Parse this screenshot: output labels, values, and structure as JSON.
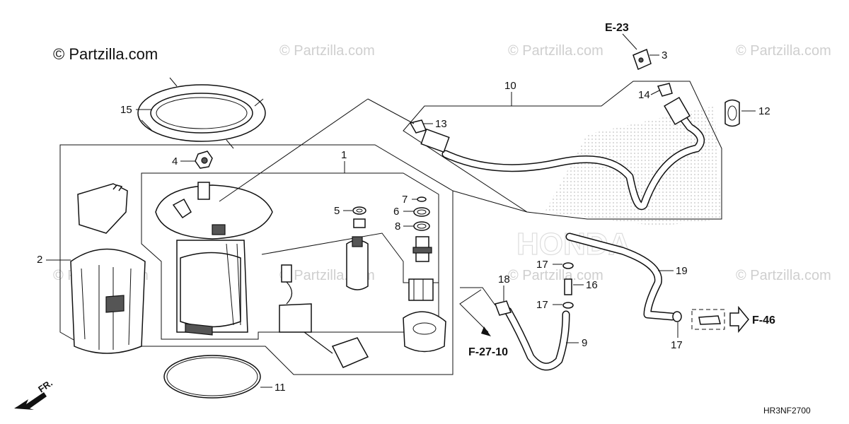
{
  "watermarks": {
    "main": "© Partzilla.com",
    "faint": "© Partzilla.com"
  },
  "diagram_code": "HR3NF2700",
  "front_label": "FR.",
  "refs": {
    "e23": "E-23",
    "f46": "F-46",
    "f2710": "F-27-10"
  },
  "callouts": {
    "c1": "1",
    "c2": "2",
    "c3": "3",
    "c4": "4",
    "c5": "5",
    "c6": "6",
    "c7": "7",
    "c8": "8",
    "c9": "9",
    "c10": "10",
    "c11": "11",
    "c12": "12",
    "c13": "13",
    "c14": "14",
    "c15": "15",
    "c16": "16",
    "c17a": "17",
    "c17b": "17",
    "c17c": "17",
    "c18": "18",
    "c19": "19"
  },
  "colors": {
    "line": "#111111",
    "watermark": "#cfcfcf",
    "background": "#ffffff"
  }
}
